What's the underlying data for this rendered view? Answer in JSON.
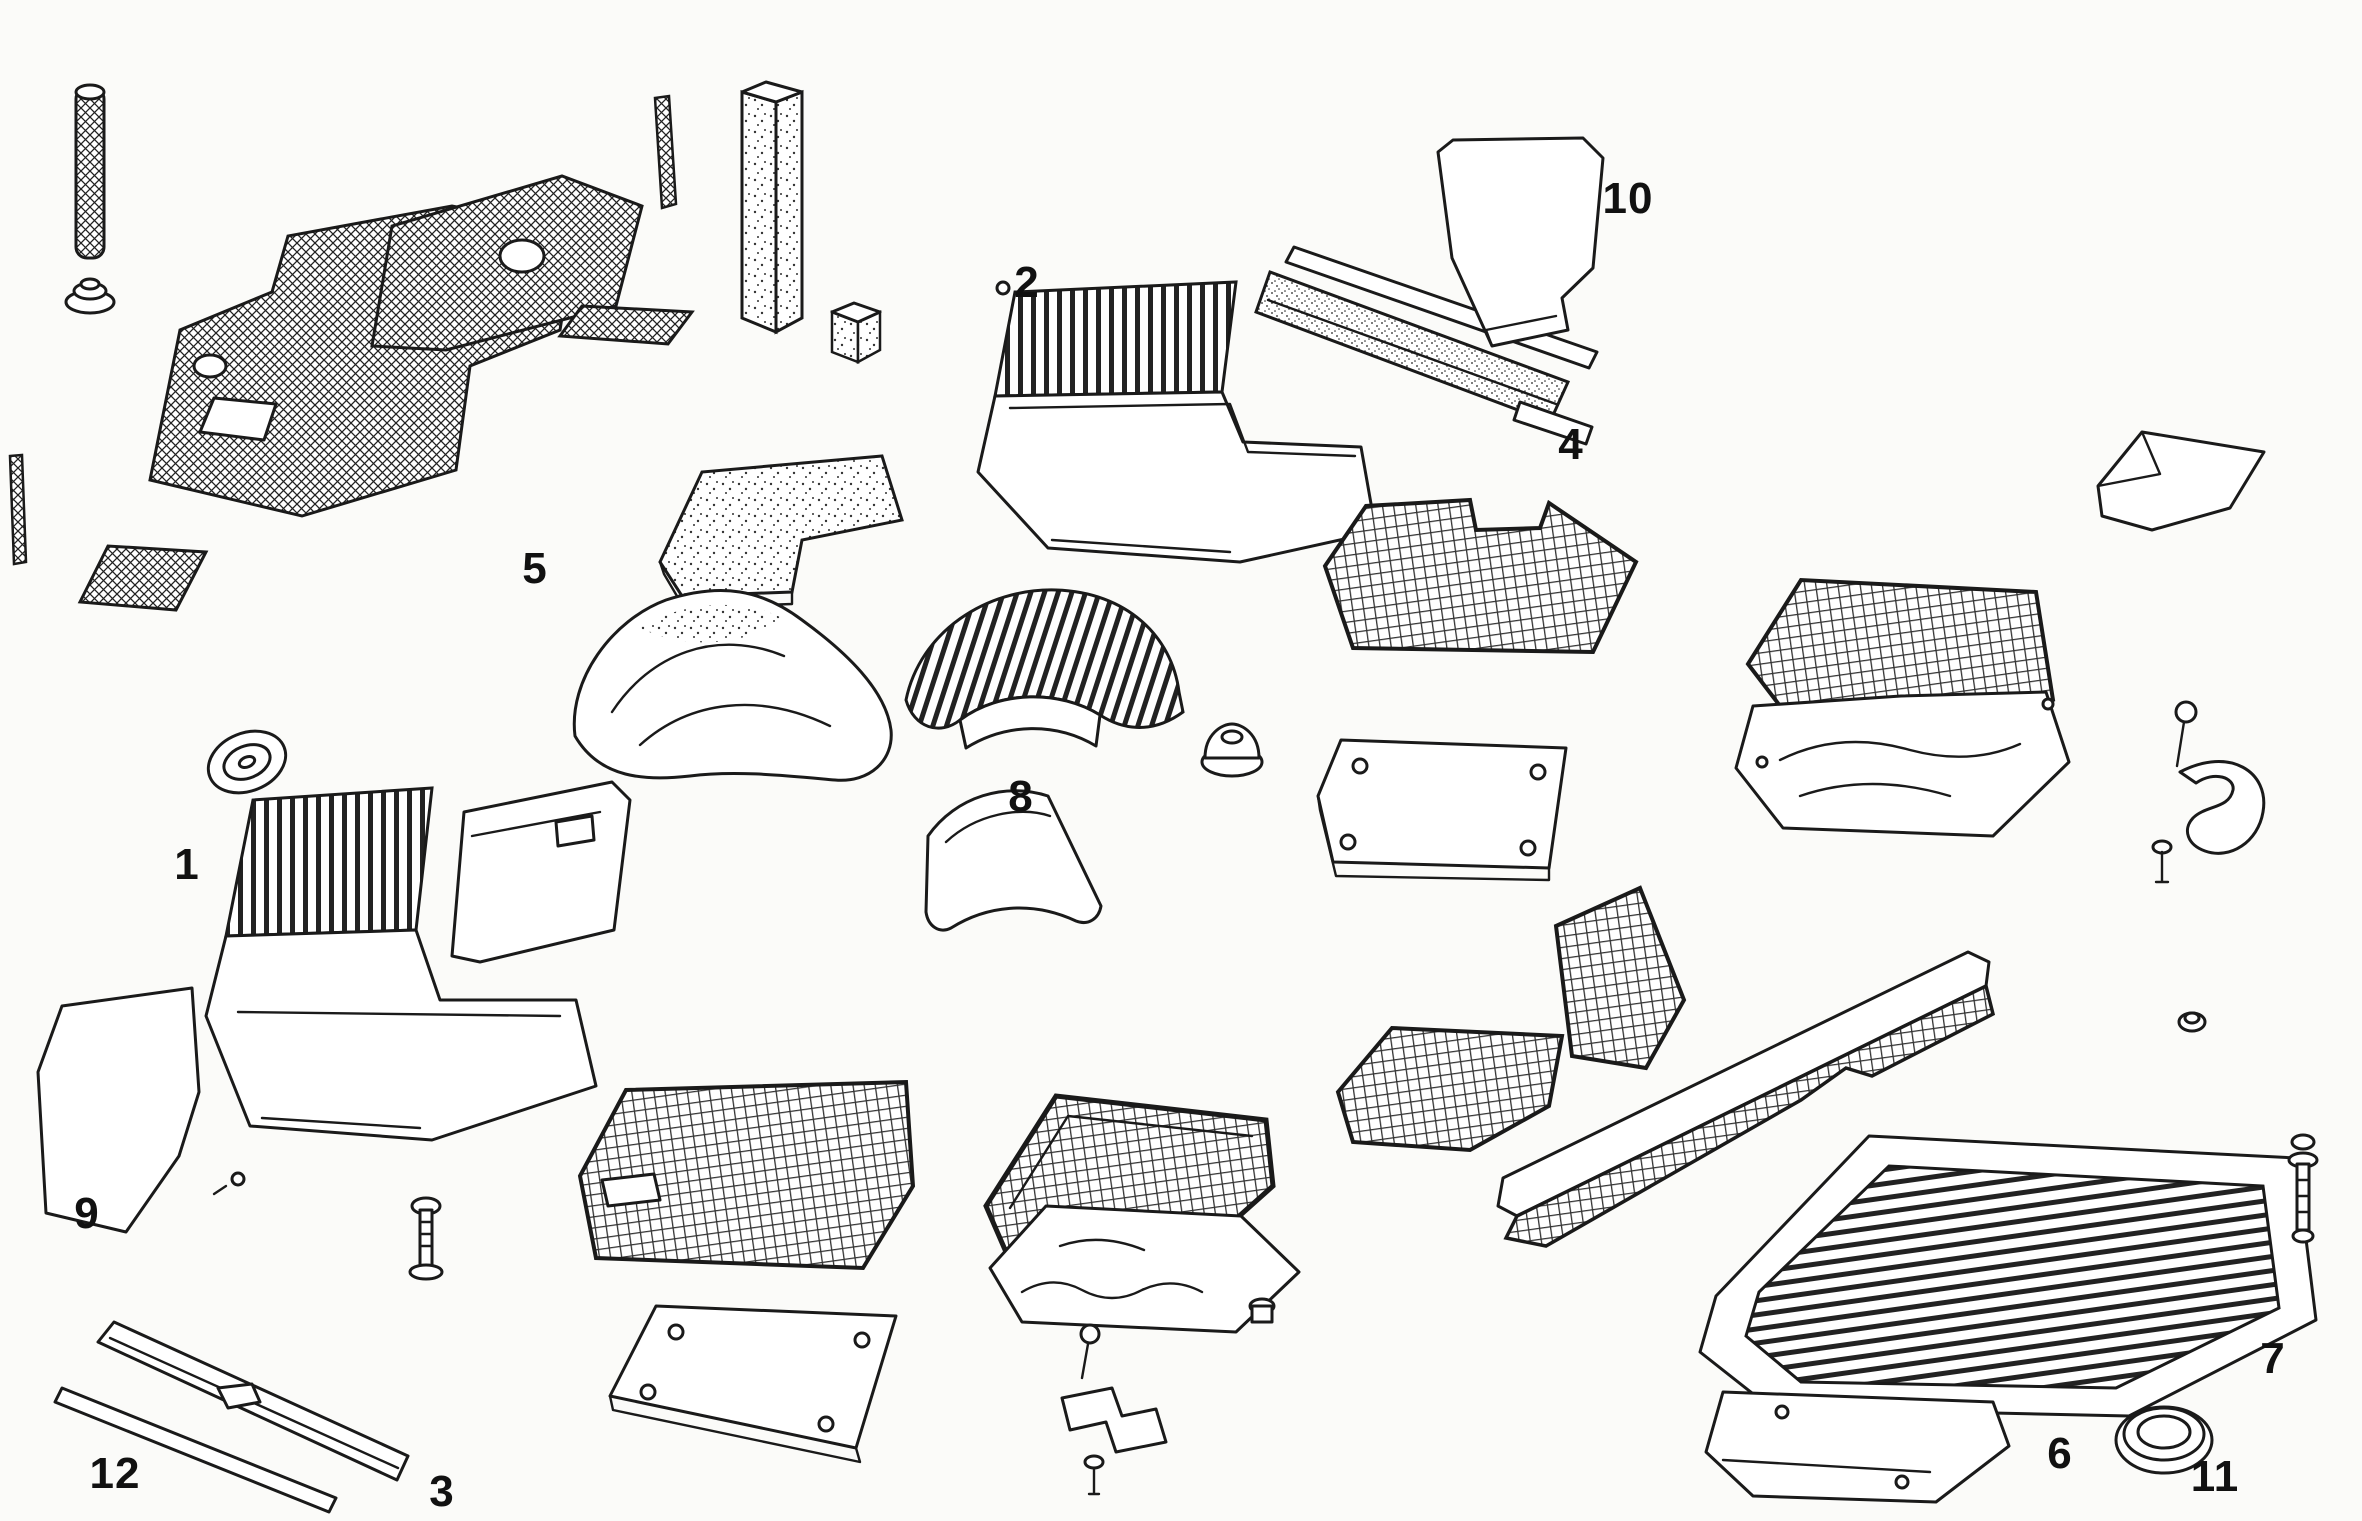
{
  "diagram": {
    "type": "exploded-parts-diagram",
    "colors": {
      "paper": "#fbfbf9",
      "ink": "#1a1a1a"
    },
    "callouts": [
      "1",
      "2",
      "3",
      "4",
      "5",
      "6",
      "7",
      "8",
      "9",
      "10",
      "11",
      "12"
    ]
  }
}
